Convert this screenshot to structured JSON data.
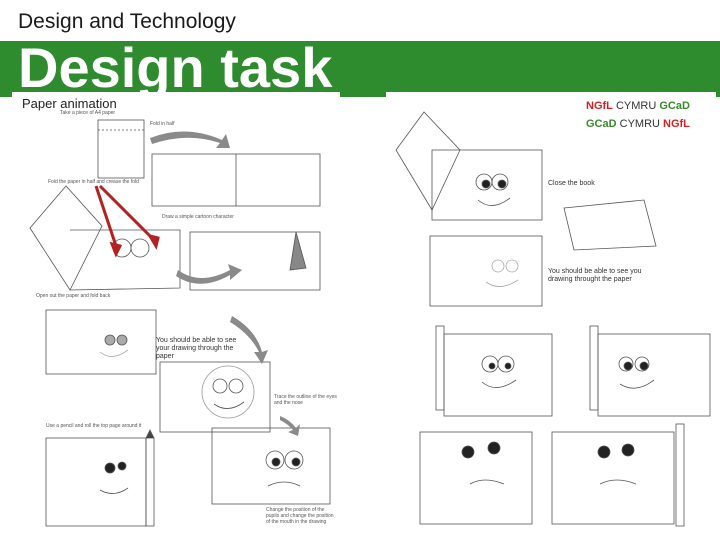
{
  "header": {
    "subtitle": "Design and Technology",
    "title": "Design task"
  },
  "sheet": {
    "title": "Paper animation",
    "labels": {
      "step1": "Take a piece of A4 paper",
      "step2": "Fold in half",
      "step3": "Fold the paper in half and crease the fold",
      "step4": "Open out the paper and fold back",
      "step5": "You should be able to see your drawing through the paper",
      "step6": "Trace the outline of the eyes and the nose",
      "step7": "Use a pencil and roll the top page around it",
      "step8": "Change the position of the pupils and change the position of the mouth in the drawing",
      "step9": "Close the book",
      "step10": "You should be able to see you drawing throught the paper",
      "step11": "Draw a simple cartoon character"
    }
  },
  "logo": {
    "line1": {
      "a": "NGfL",
      "b": " CYMRU ",
      "c": "GCaD"
    },
    "line2": {
      "a": "GCaD",
      "b": " CYMRU ",
      "c": "NGfL"
    }
  },
  "colors": {
    "green_bar": "#2e8b2e",
    "arrow_red": "#b22222",
    "logo_red": "#d42020",
    "logo_green": "#3a8a2a"
  }
}
